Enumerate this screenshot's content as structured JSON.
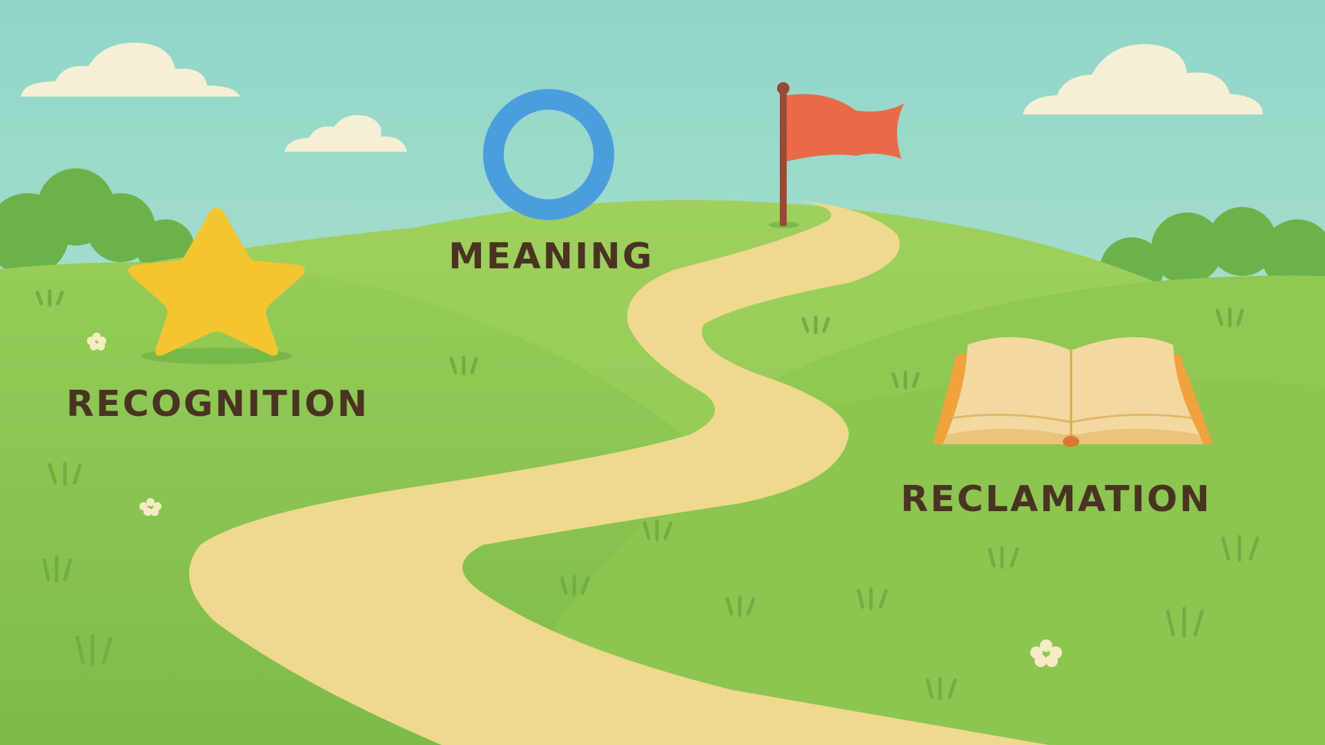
{
  "labels": {
    "meaning": "MEANING",
    "recognition": "RECOGNITION",
    "reclamation": "RECLAMATION"
  },
  "icons": {
    "meaning": "ring-icon",
    "recognition": "star-icon",
    "reclamation": "open-book-icon",
    "goal": "flag-icon"
  },
  "colors": {
    "sky": "#a9dfcf",
    "grass": "#8dc752",
    "path": "#efd98e",
    "label_text": "#4a3322",
    "ring": "#4a9edd",
    "star": "#f2c531",
    "flag": "#ea6a48",
    "book": "#f0a23c"
  }
}
